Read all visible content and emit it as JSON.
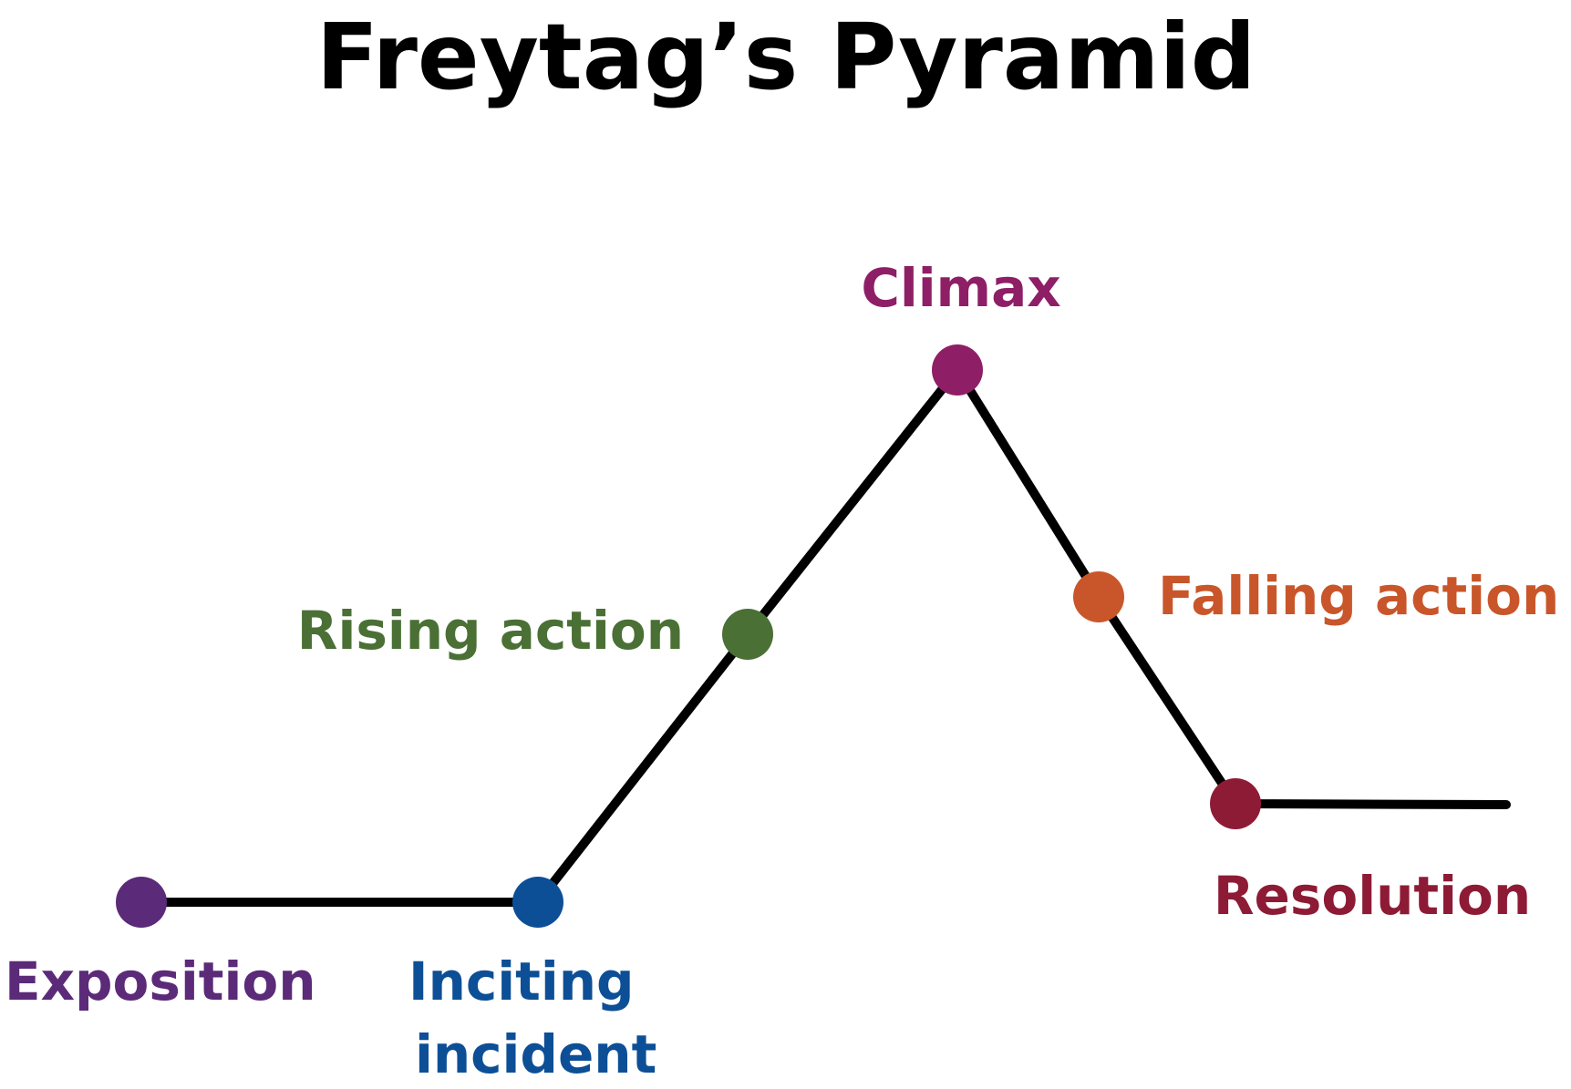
{
  "title": "Freytag’s Pyramid",
  "line_color": "#000000",
  "stages": [
    {
      "key": "exposition",
      "label_lines": [
        "Exposition"
      ],
      "color": "#5B2A78"
    },
    {
      "key": "inciting-incident",
      "label_lines": [
        "Inciting",
        "incident"
      ],
      "color": "#0D4F96"
    },
    {
      "key": "rising-action",
      "label_lines": [
        "Rising action"
      ],
      "color": "#4A7035"
    },
    {
      "key": "climax",
      "label_lines": [
        "Climax"
      ],
      "color": "#8E1F66"
    },
    {
      "key": "falling-action",
      "label_lines": [
        "Falling action"
      ],
      "color": "#C9562A"
    },
    {
      "key": "resolution",
      "label_lines": [
        "Resolution"
      ],
      "color": "#8E1B35"
    }
  ]
}
